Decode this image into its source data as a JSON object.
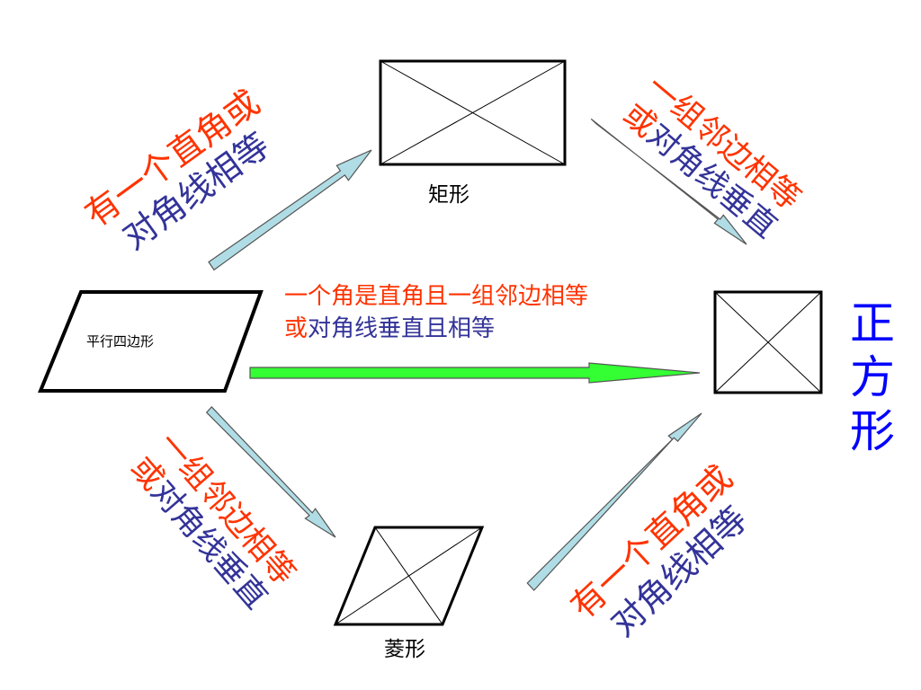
{
  "colors": {
    "red": "#ff3300",
    "navy": "#333399",
    "square_title": "#0000ff",
    "arrow_blue_fill": "#b0dde5",
    "arrow_green_fill": "#33ff33"
  },
  "shapes": {
    "parallelogram": "平行四边形",
    "rectangle": "矩形",
    "rhombus": "菱形",
    "square_chars": [
      "正",
      "方",
      "形"
    ]
  },
  "edges": {
    "to_rectangle": {
      "red": "有一个直角或",
      "blue": "对角线相等"
    },
    "rectangle_to_square": {
      "red": "一组邻边相等",
      "red_prefix": "或",
      "blue": "对角线垂直"
    },
    "to_square_direct": {
      "line1": "一个角是直角且一组邻边相等",
      "prefix2": "或",
      "line2": "对角线垂直且相等"
    },
    "to_rhombus": {
      "red": "一组邻边相等",
      "red_prefix": "或",
      "blue": "对角线垂直"
    },
    "rhombus_to_square": {
      "red": "有一个直角或",
      "blue": "对角线相等"
    }
  }
}
